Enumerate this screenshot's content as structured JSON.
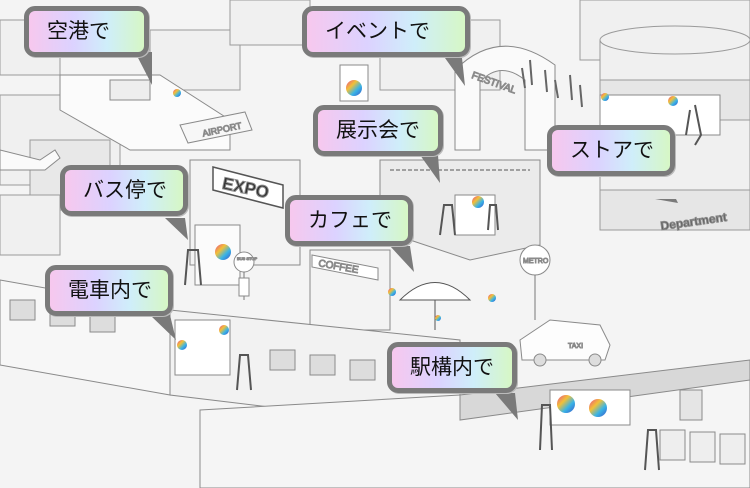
{
  "bubbles": {
    "airport": "空港で",
    "event": "イベントで",
    "exhibition": "展示会で",
    "store": "ストアで",
    "bus_stop": "バス停で",
    "cafe": "カフェで",
    "train": "電車内で",
    "station": "駅構内で"
  },
  "signs": {
    "airport": "AIRPORT",
    "expo": "EXPO",
    "festival": "FESTIVAL",
    "coffee": "COFFEE",
    "metro": "METRO",
    "department": "Department",
    "taxi": "TAXI",
    "bus_stop": "BUS STOP"
  },
  "colors": {
    "outline": "#7a7a7a",
    "building": "#f1f1f1",
    "shade": "#d9d9d9",
    "road": "#cfcfcf"
  }
}
